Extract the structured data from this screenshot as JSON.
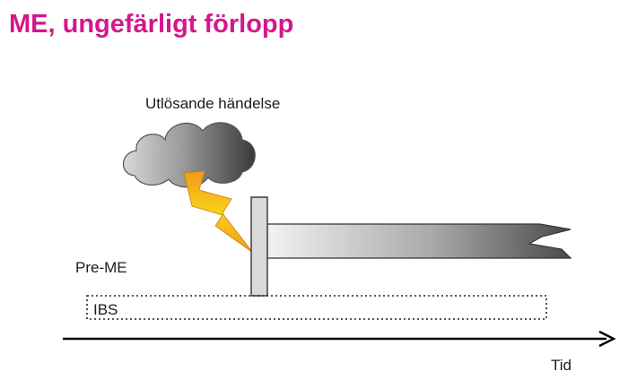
{
  "slide": {
    "title": "ME, ungefärligt förlopp",
    "title_color": "#d6168c"
  },
  "diagram": {
    "trigger_label": "Utlösande händelse",
    "pre_label": "Pre-ME",
    "ibs_label": "IBS",
    "time_label": "Tid"
  },
  "colors": {
    "cloud_dark": "#3a3a3a",
    "cloud_light": "#d8d8d8",
    "lightning_top": "#f7d21b",
    "lightning_bottom": "#f39a17",
    "bar_light": "#f2f2f2",
    "bar_dark": "#4a4a4a",
    "post_fill": "#d9d9d9",
    "axis": "#000000"
  }
}
